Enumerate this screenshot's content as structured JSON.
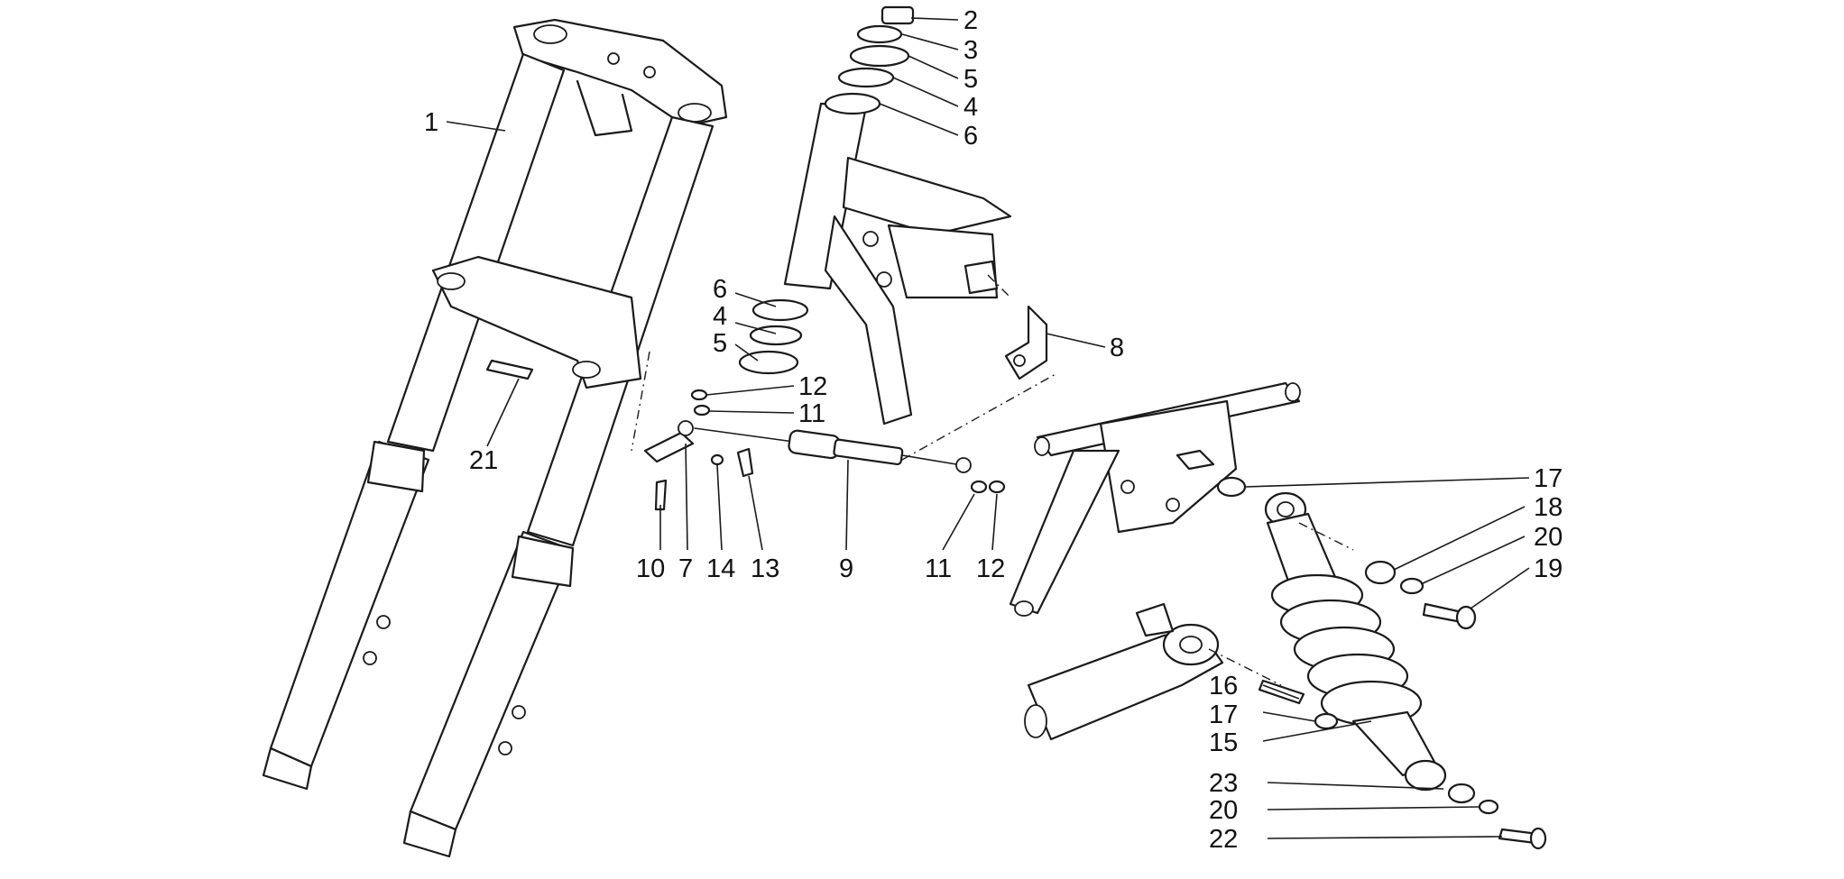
{
  "diagram": {
    "callouts": [
      {
        "id": "c1",
        "label": "1"
      },
      {
        "id": "c2",
        "label": "2"
      },
      {
        "id": "c3",
        "label": "3"
      },
      {
        "id": "c5a",
        "label": "5"
      },
      {
        "id": "c4a",
        "label": "4"
      },
      {
        "id": "c6a",
        "label": "6"
      },
      {
        "id": "c6b",
        "label": "6"
      },
      {
        "id": "c4b",
        "label": "4"
      },
      {
        "id": "c5b",
        "label": "5"
      },
      {
        "id": "c8",
        "label": "8"
      },
      {
        "id": "c12a",
        "label": "12"
      },
      {
        "id": "c11a",
        "label": "11"
      },
      {
        "id": "c21",
        "label": "21"
      },
      {
        "id": "c10",
        "label": "10"
      },
      {
        "id": "c7",
        "label": "7"
      },
      {
        "id": "c14",
        "label": "14"
      },
      {
        "id": "c13",
        "label": "13"
      },
      {
        "id": "c9",
        "label": "9"
      },
      {
        "id": "c11b",
        "label": "11"
      },
      {
        "id": "c12b",
        "label": "12"
      },
      {
        "id": "c17a",
        "label": "17"
      },
      {
        "id": "c18",
        "label": "18"
      },
      {
        "id": "c20a",
        "label": "20"
      },
      {
        "id": "c19",
        "label": "19"
      },
      {
        "id": "c16",
        "label": "16"
      },
      {
        "id": "c17b",
        "label": "17"
      },
      {
        "id": "c15",
        "label": "15"
      },
      {
        "id": "c23",
        "label": "23"
      },
      {
        "id": "c20b",
        "label": "20"
      },
      {
        "id": "c22",
        "label": "22"
      }
    ]
  }
}
